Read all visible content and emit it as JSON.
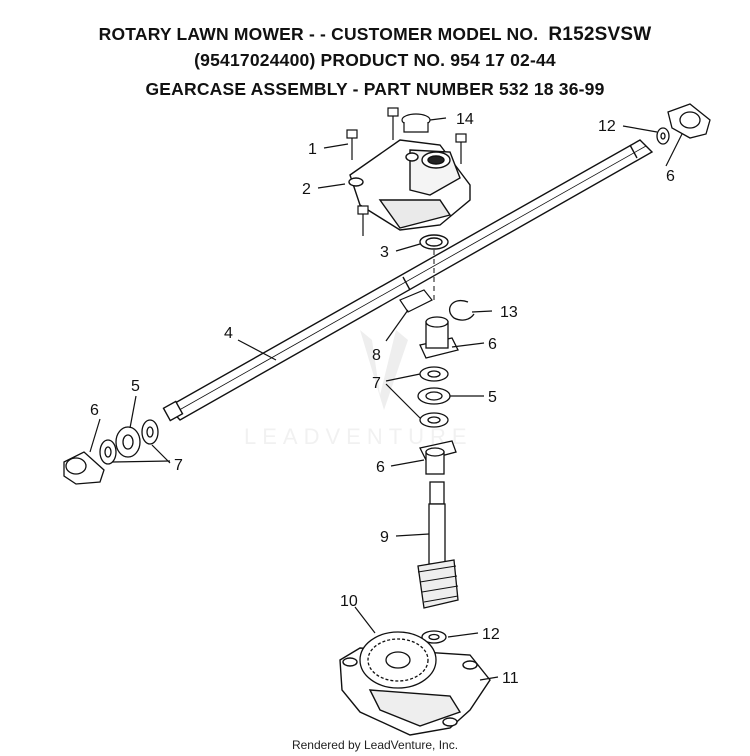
{
  "title": {
    "line1_prefix": "ROTARY LAWN MOWER - - CUSTOMER MODEL NO.",
    "line1_model": "R152SVSW",
    "line2": "(95417024400) PRODUCT NO. 954 17 02-44",
    "line3": "GEARCASE ASSEMBLY - PART NUMBER 532 18 36-99"
  },
  "callouts": {
    "c1": "1",
    "c2": "2",
    "c3": "3",
    "c4": "4",
    "c5a": "5",
    "c5b": "5",
    "c6a": "6",
    "c6b": "6",
    "c6c": "6",
    "c6d": "6",
    "c7a": "7",
    "c7b": "7",
    "c8": "8",
    "c9": "9",
    "c10": "10",
    "c11": "11",
    "c12a": "12",
    "c12b": "12",
    "c13": "13",
    "c14": "14"
  },
  "watermark": "LEADVENTURE",
  "footer": "Rendered by LeadVenture, Inc."
}
